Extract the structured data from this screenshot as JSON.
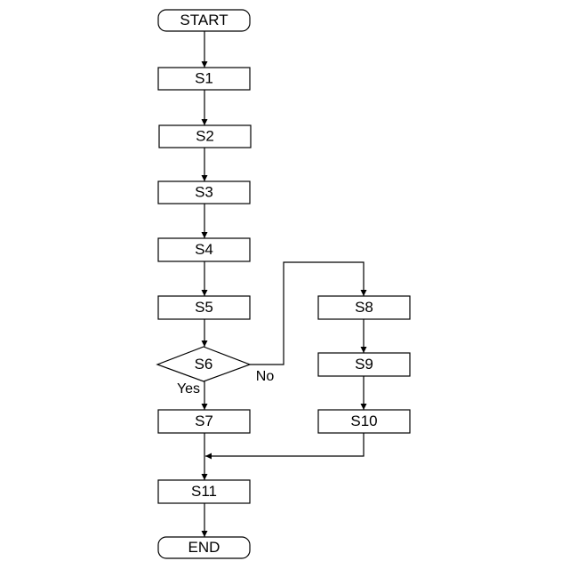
{
  "nodes": {
    "start": "START",
    "s1": "S1",
    "s2": "S2",
    "s3": "S3",
    "s4": "S4",
    "s5": "S5",
    "s6": "S6",
    "s7": "S7",
    "s8": "S8",
    "s9": "S9",
    "s10": "S10",
    "s11": "S11",
    "end": "END"
  },
  "branches": {
    "yes": "Yes",
    "no": "No"
  }
}
